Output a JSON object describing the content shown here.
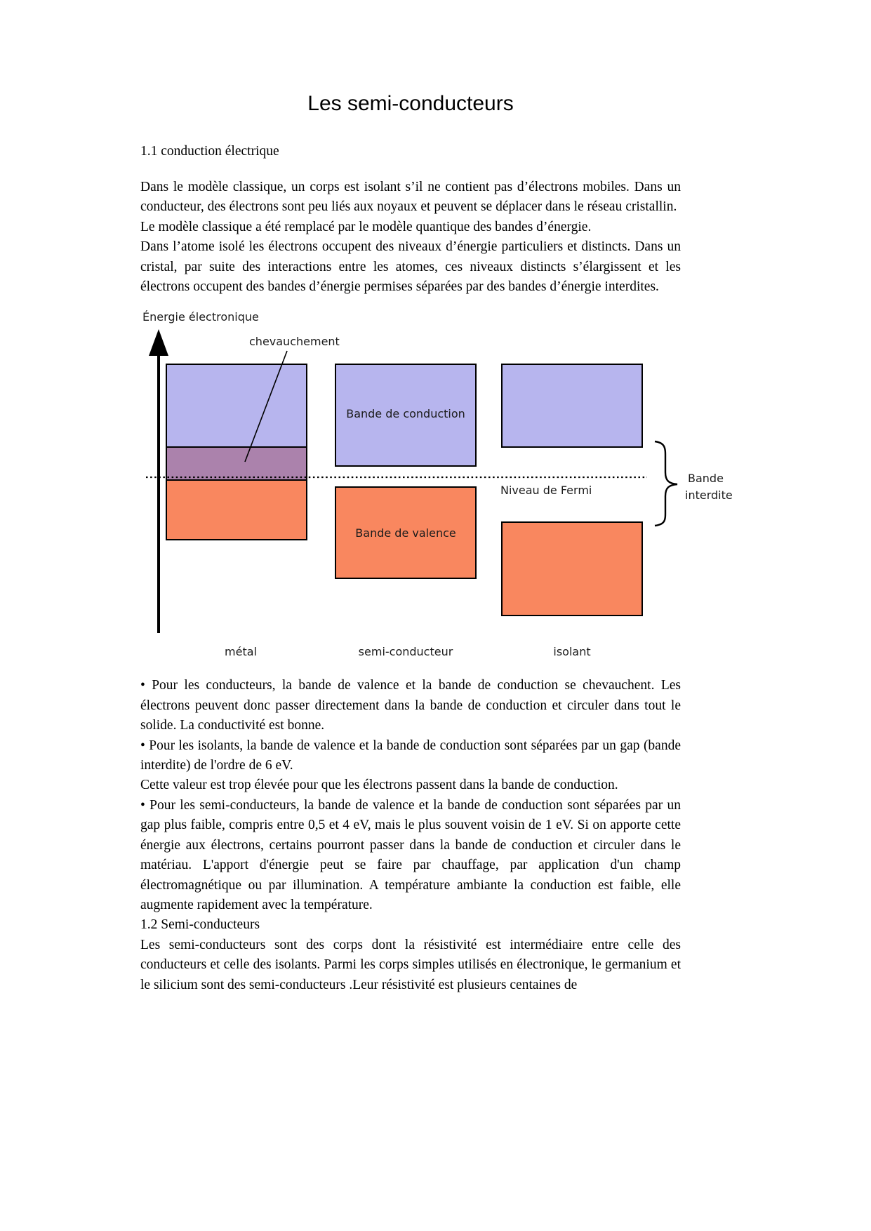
{
  "title": "Les semi-conducteurs",
  "section_1_1": {
    "heading": "1.1  conduction électrique",
    "paragraphs": [
      "Dans le modèle classique, un corps est isolant s’il ne contient pas d’électrons mobiles. Dans un conducteur, des électrons sont peu liés aux noyaux et peuvent se déplacer dans le réseau cristallin.",
      "Le modèle classique  a été remplacé par le modèle quantique des bandes d’énergie.",
      "Dans l’atome isolé les électrons occupent des niveaux d’énergie particuliers et distincts. Dans un cristal, par suite des interactions entre les atomes, ces niveaux distincts  s’élargissent et les électrons occupent des bandes d’énergie permises séparées par des bandes d’énergie interdites."
    ]
  },
  "figure": {
    "y_axis_label": "Énergie électronique",
    "overlap_label": "chevauchement",
    "conduction_label": "Bande de conduction",
    "valence_label": "Bande de valence",
    "fermi_label": "Niveau de Fermi",
    "gap_label_line1": "Bande",
    "gap_label_line2": "interdite",
    "column_labels": {
      "metal": "métal",
      "semiconductor": "semi-conducteur",
      "insulator": "isolant"
    },
    "colors": {
      "conduction_band": "#b7b5ee",
      "valence_band": "#f9875f",
      "overlap_band": "#ab82ac"
    }
  },
  "body": {
    "bullet_conductors": "• Pour les conducteurs, la bande de valence et la bande de conduction se chevauchent. Les électrons peuvent donc passer directement dans la bande de conduction et circuler dans tout le solide. La conductivité est bonne.",
    "bullet_insulators": "• Pour les isolants, la bande de valence et la bande de conduction sont séparées par un gap (bande interdite) de l'ordre de 6 eV.",
    "note_insulators": "Cette valeur est trop élevée pour que les électrons passent dans la bande de conduction.",
    "bullet_semiconductors": "• Pour les semi-conducteurs, la bande de valence et la bande de conduction sont séparées par un gap plus faible, compris entre 0,5 et 4 eV, mais le plus souvent voisin de 1 eV. Si on apporte cette énergie aux électrons, certains pourront passer dans la bande de conduction et circuler dans le matériau. L'apport d'énergie peut se faire par chauffage, par application d'un champ électromagnétique ou par illumination. A température ambiante la conduction est faible, elle augmente rapidement avec la température.",
    "section_1_2_heading": "1.2  Semi-conducteurs",
    "para_1_2": "Les semi-conducteurs sont des corps dont la résistivité est intermédiaire entre celle des conducteurs et celle des isolants. Parmi les corps simples utilisés en électronique, le germanium et le silicium sont des semi-conducteurs .Leur résistivité est plusieurs centaines de"
  }
}
